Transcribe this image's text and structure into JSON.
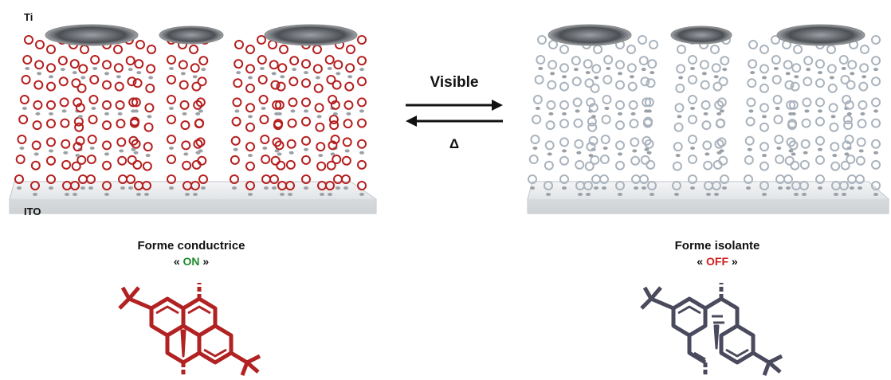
{
  "device": {
    "top_electrode_label": "Ti",
    "bottom_electrode_label": "ITO"
  },
  "switch": {
    "forward_label": "Visible",
    "backward_label": "Δ"
  },
  "states": {
    "on": {
      "form_label": "Forme conductrice",
      "quote_open": "« ",
      "state_word": "ON",
      "quote_close": " »",
      "color": "#b22222",
      "state_color": "#1f8a2a"
    },
    "off": {
      "form_label": "Forme isolante",
      "quote_open": "« ",
      "state_word": "OFF",
      "quote_close": " »",
      "color": "#4a4a5e",
      "state_color": "#d11f1f"
    }
  },
  "colors": {
    "on_chain": "#b51f1f",
    "off_chain": "#aab3bd",
    "substrate": "#e6e8ea"
  }
}
